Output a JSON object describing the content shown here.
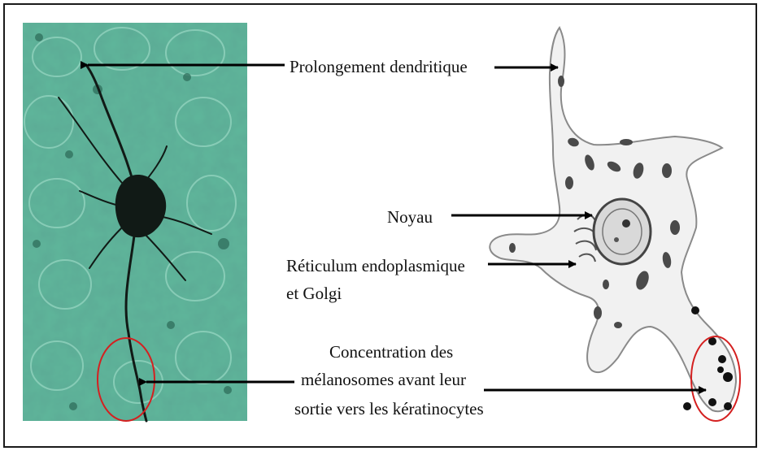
{
  "labels": {
    "prolongement": "Prolongement dendritique",
    "noyau": "Noyau",
    "reticulum_line1": "Réticulum endoplasmique",
    "reticulum_line2": "et Golgi",
    "concentration_line1": "Concentration des",
    "concentration_line2": "mélanosomes avant leur",
    "concentration_line3": "sortie vers les kératinocytes"
  },
  "colors": {
    "tissue_bg": "#5fb79b",
    "tissue_light": "#8fd0bb",
    "cell_dark": "#111a16",
    "drawing_fill": "#f1f1f1",
    "drawing_stroke": "#8a8a8a",
    "organelle": "#4a4a4a",
    "circle_highlight": "#d42020",
    "arrow": "#000000"
  }
}
